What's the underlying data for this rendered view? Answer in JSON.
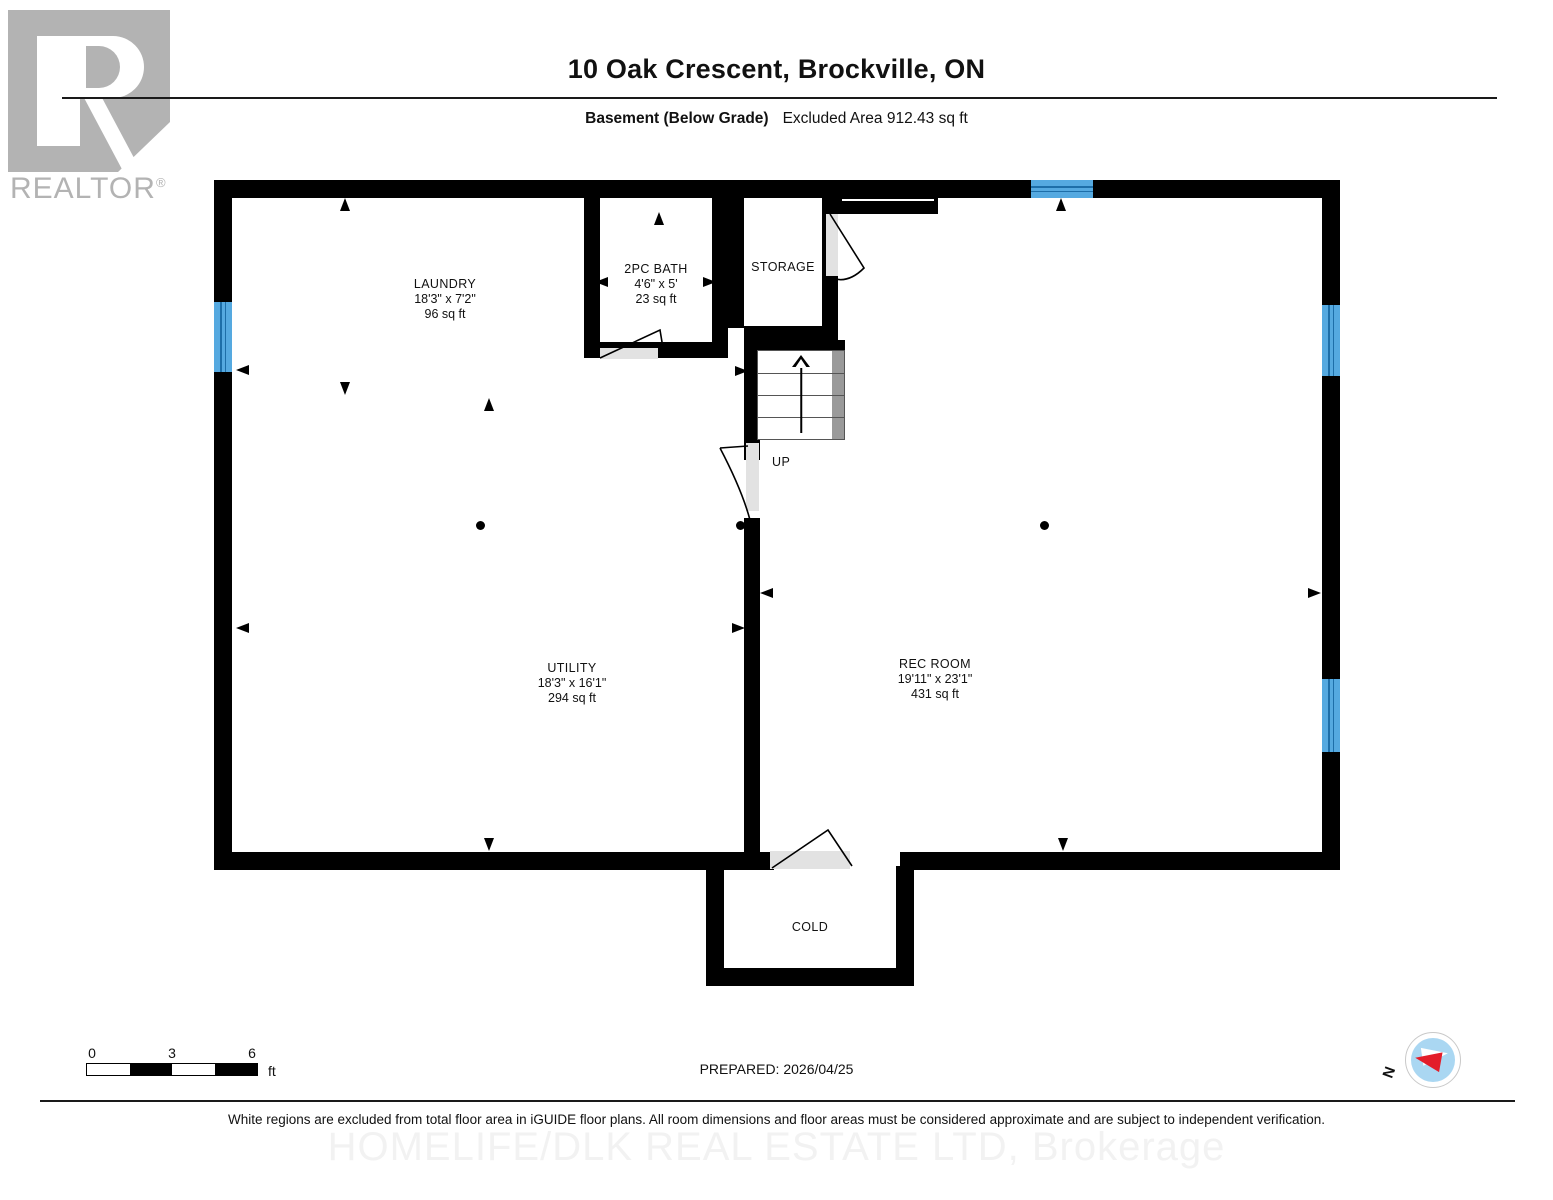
{
  "header": {
    "title": "10 Oak Crescent, Brockville, ON",
    "level_label": "Basement (Below Grade)",
    "excluded_area": "Excluded Area 912.43 sq ft",
    "logo_wordmark": "REALTOR",
    "logo_registered": "®"
  },
  "rooms": [
    {
      "id": "laundry",
      "name": "LAUNDRY",
      "dimensions": "18'3\" x 7'2\"",
      "area": "96 sq ft"
    },
    {
      "id": "bath",
      "name": "2PC BATH",
      "dimensions": "4'6\" x 5'",
      "area": "23 sq ft"
    },
    {
      "id": "storage",
      "name": "STORAGE",
      "dimensions": "",
      "area": ""
    },
    {
      "id": "utility",
      "name": "UTILITY",
      "dimensions": "18'3\" x 16'1\"",
      "area": "294 sq ft"
    },
    {
      "id": "rec-room",
      "name": "REC ROOM",
      "dimensions": "19'11\" x 23'1\"",
      "area": "431 sq ft"
    },
    {
      "id": "cold",
      "name": "COLD",
      "dimensions": "",
      "area": ""
    }
  ],
  "stairs": {
    "direction_label": "UP"
  },
  "scale": {
    "tick_0": "0",
    "tick_mid": "3",
    "tick_max": "6",
    "unit": "ft"
  },
  "compass": {
    "north_label": "N"
  },
  "footer": {
    "prepared": "PREPARED: 2026/04/25",
    "disclaimer": "White regions are excluded from total floor area in iGUIDE floor plans. All room dimensions and floor areas must be considered approximate and are subject to independent verification.",
    "watermark": "HOMELIFE/DLK REAL ESTATE LTD, Brokerage"
  },
  "colors": {
    "wall": "#000000",
    "window": "#55a9e0",
    "door_panel": "#e2e2e2",
    "logo_gray": "#b3b3b3",
    "compass_disc": "#aad7f2",
    "compass_needle": "#e31d2a"
  }
}
